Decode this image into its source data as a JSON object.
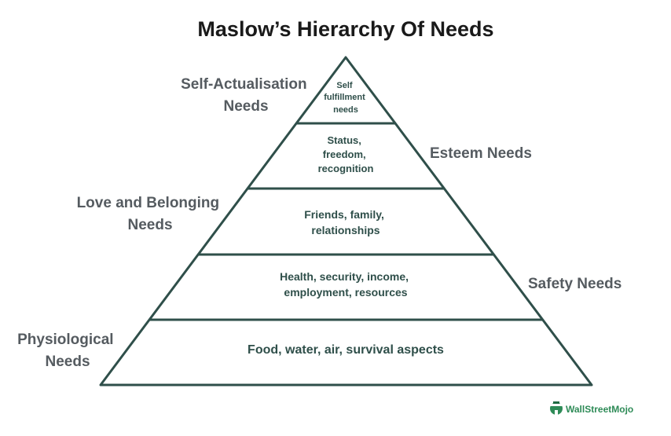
{
  "title": "Maslow’s Hierarchy Of Needs",
  "colors": {
    "outline": "#2f4f4a",
    "side_label": "#555b60",
    "level_text": "#2f4f4a",
    "brand": "#2e8b57"
  },
  "levels": [
    {
      "name_lines": [
        "Self-Actualisation",
        "Needs"
      ],
      "description_lines": [
        "Self",
        "fulfillment",
        "needs"
      ]
    },
    {
      "name_lines": [
        "Esteem Needs"
      ],
      "description_lines": [
        "Status,",
        "freedom,",
        "recognition"
      ]
    },
    {
      "name_lines": [
        "Love and Belonging",
        "Needs"
      ],
      "description_lines": [
        "Friends, family,",
        "relationships"
      ]
    },
    {
      "name_lines": [
        "Safety Needs"
      ],
      "description_lines": [
        "Health, security, income,",
        "employment, resources"
      ]
    },
    {
      "name_lines": [
        "Physiological",
        "Needs"
      ],
      "description_lines": [
        "Food, water, air, survival aspects"
      ]
    }
  ],
  "brand": {
    "name": "WallStreetMojo",
    "icon": "wallstreetmojo-logo-icon"
  }
}
